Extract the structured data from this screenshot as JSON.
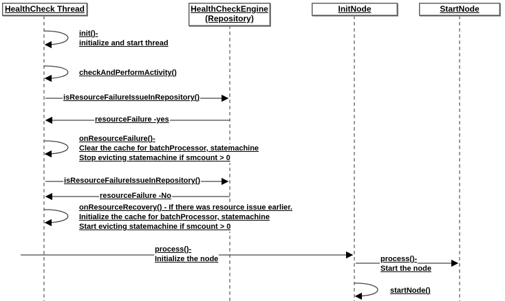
{
  "participants": [
    "HealthCheck Thread",
    "HealthCheckEngine",
    "(Repository)",
    "InitNode",
    "StartNode"
  ],
  "messages": {
    "init_1": "init()-",
    "init_2": "initialize and start thread",
    "check": "checkAndPerformActivity()",
    "is_res_1": "isResourceFailureIssueInRepository()",
    "res_yes": "resourceFailure -yes",
    "onfail_1": "onResourceFailure()-",
    "onfail_2": "Clear the cache for batchProcessor, statemachine",
    "onfail_3": "Stop evicting statemachine if smcount > 0",
    "is_res_2": "isResourceFailureIssueInRepository()",
    "res_no": "resourceFailure -No",
    "onrec_1": "onResourceRecovery() - If there was resource issue earlier.",
    "onrec_2": "Initialize the cache for batchProcessor, statemachine",
    "onrec_3": "Start evicting statemachine if smcount > 0",
    "process_1": "process()-",
    "process_2": "Initialize the node",
    "process2_1": "process()-",
    "process2_2": "Start the node",
    "startnode": "startNode()"
  }
}
